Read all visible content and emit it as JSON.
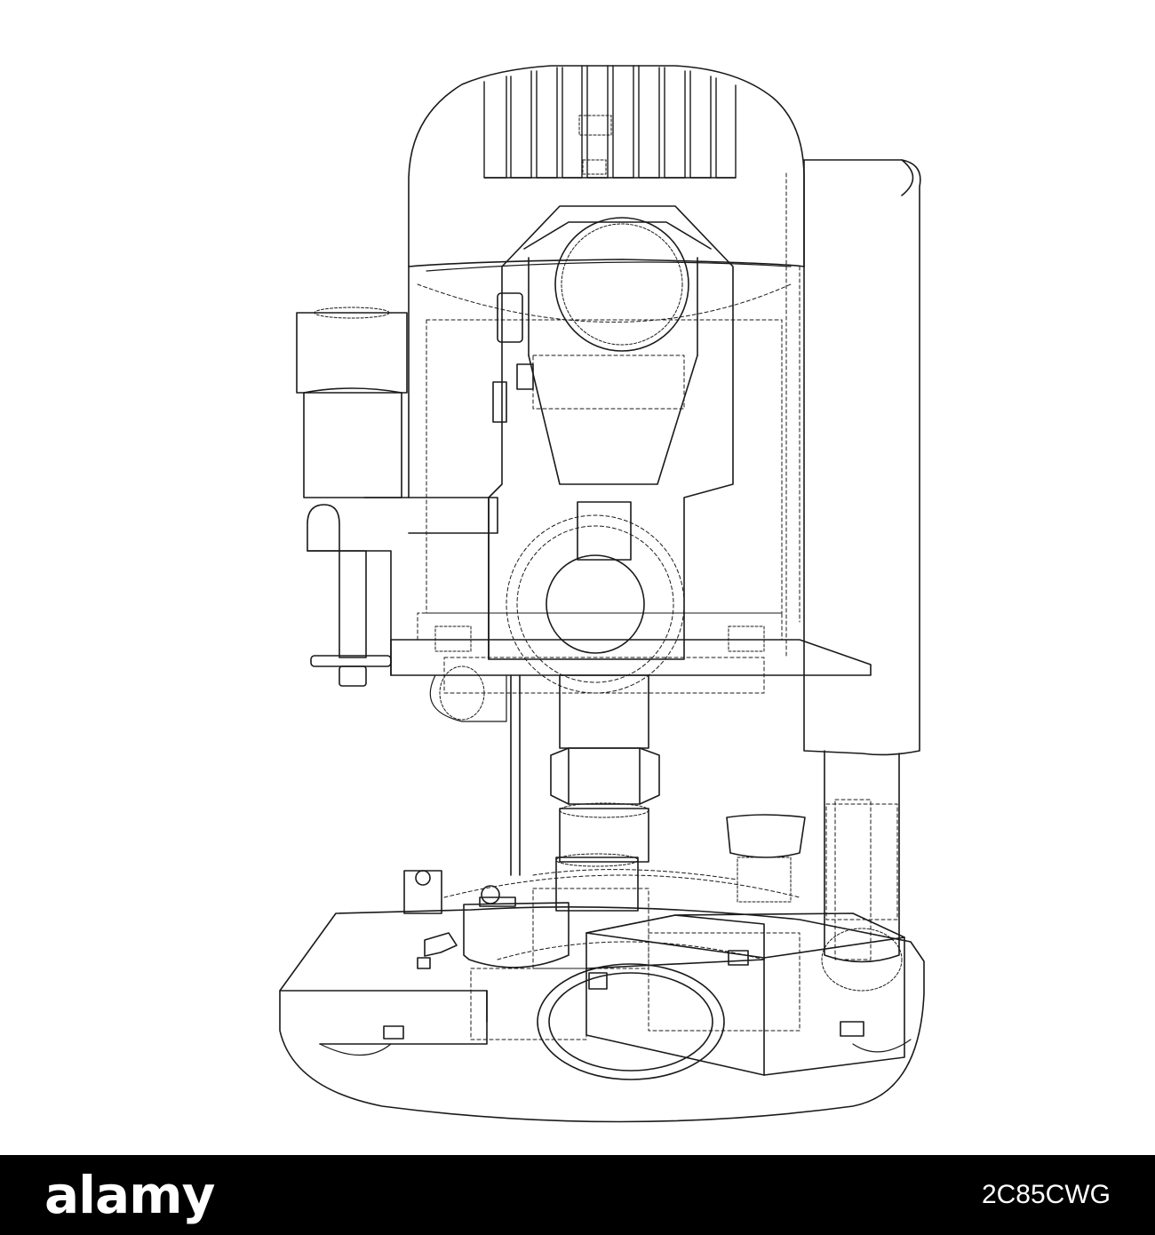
{
  "illustration": {
    "subject": "wireframe-router-power-tool",
    "line_color": "#1a1a1a",
    "background_color": "#ffffff"
  },
  "watermark_bar": {
    "background_color": "#000000",
    "text_color": "#ffffff",
    "brand": "alamy",
    "image_id": "2C85CWG"
  }
}
